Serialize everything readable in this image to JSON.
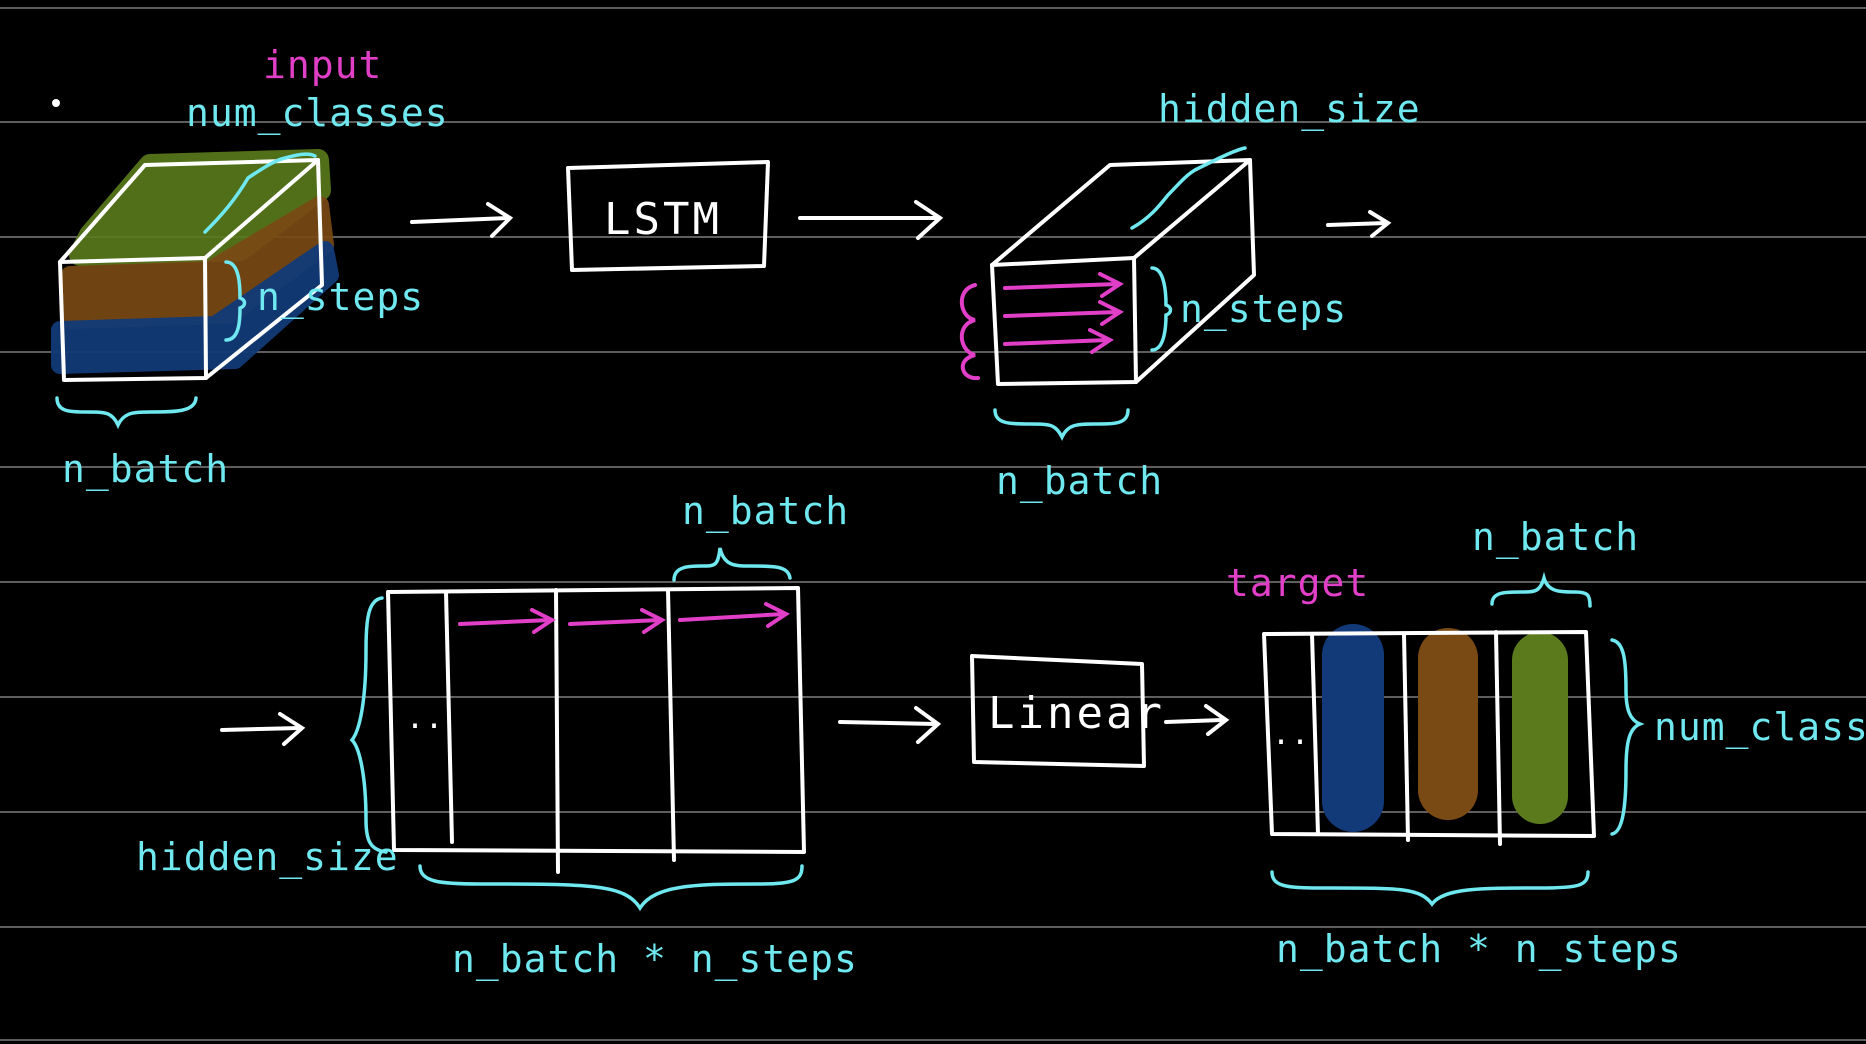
{
  "colors": {
    "background": "#000000",
    "rule_line": "#9a9a9a",
    "ink": "#ffffff",
    "cyan": "#6fe8ef",
    "magenta": "#e23fc8",
    "green": "#5a7a1c",
    "orange": "#7a4a14",
    "blue": "#123a78"
  },
  "top": {
    "input_label": "input",
    "num_classes_label": "num_classes",
    "n_steps_left_label": "n_steps",
    "n_batch_left_label": "n_batch",
    "lstm_label": "LSTM",
    "hidden_size_top_label": "hidden_size",
    "n_steps_right_label": "n_steps",
    "n_batch_right_label": "n_batch"
  },
  "bottom": {
    "n_batch_matrix_label": "n_batch",
    "hidden_size_label": "hidden_size",
    "matrix_dots": "..",
    "n_batch_steps_left_label": "n_batch * n_steps",
    "linear_label": "Linear",
    "target_label": "target",
    "n_batch_target_label": "n_batch",
    "target_dots": "..",
    "num_classes_right_label": "num_classes",
    "n_batch_steps_right_label": "n_batch * n_steps"
  }
}
